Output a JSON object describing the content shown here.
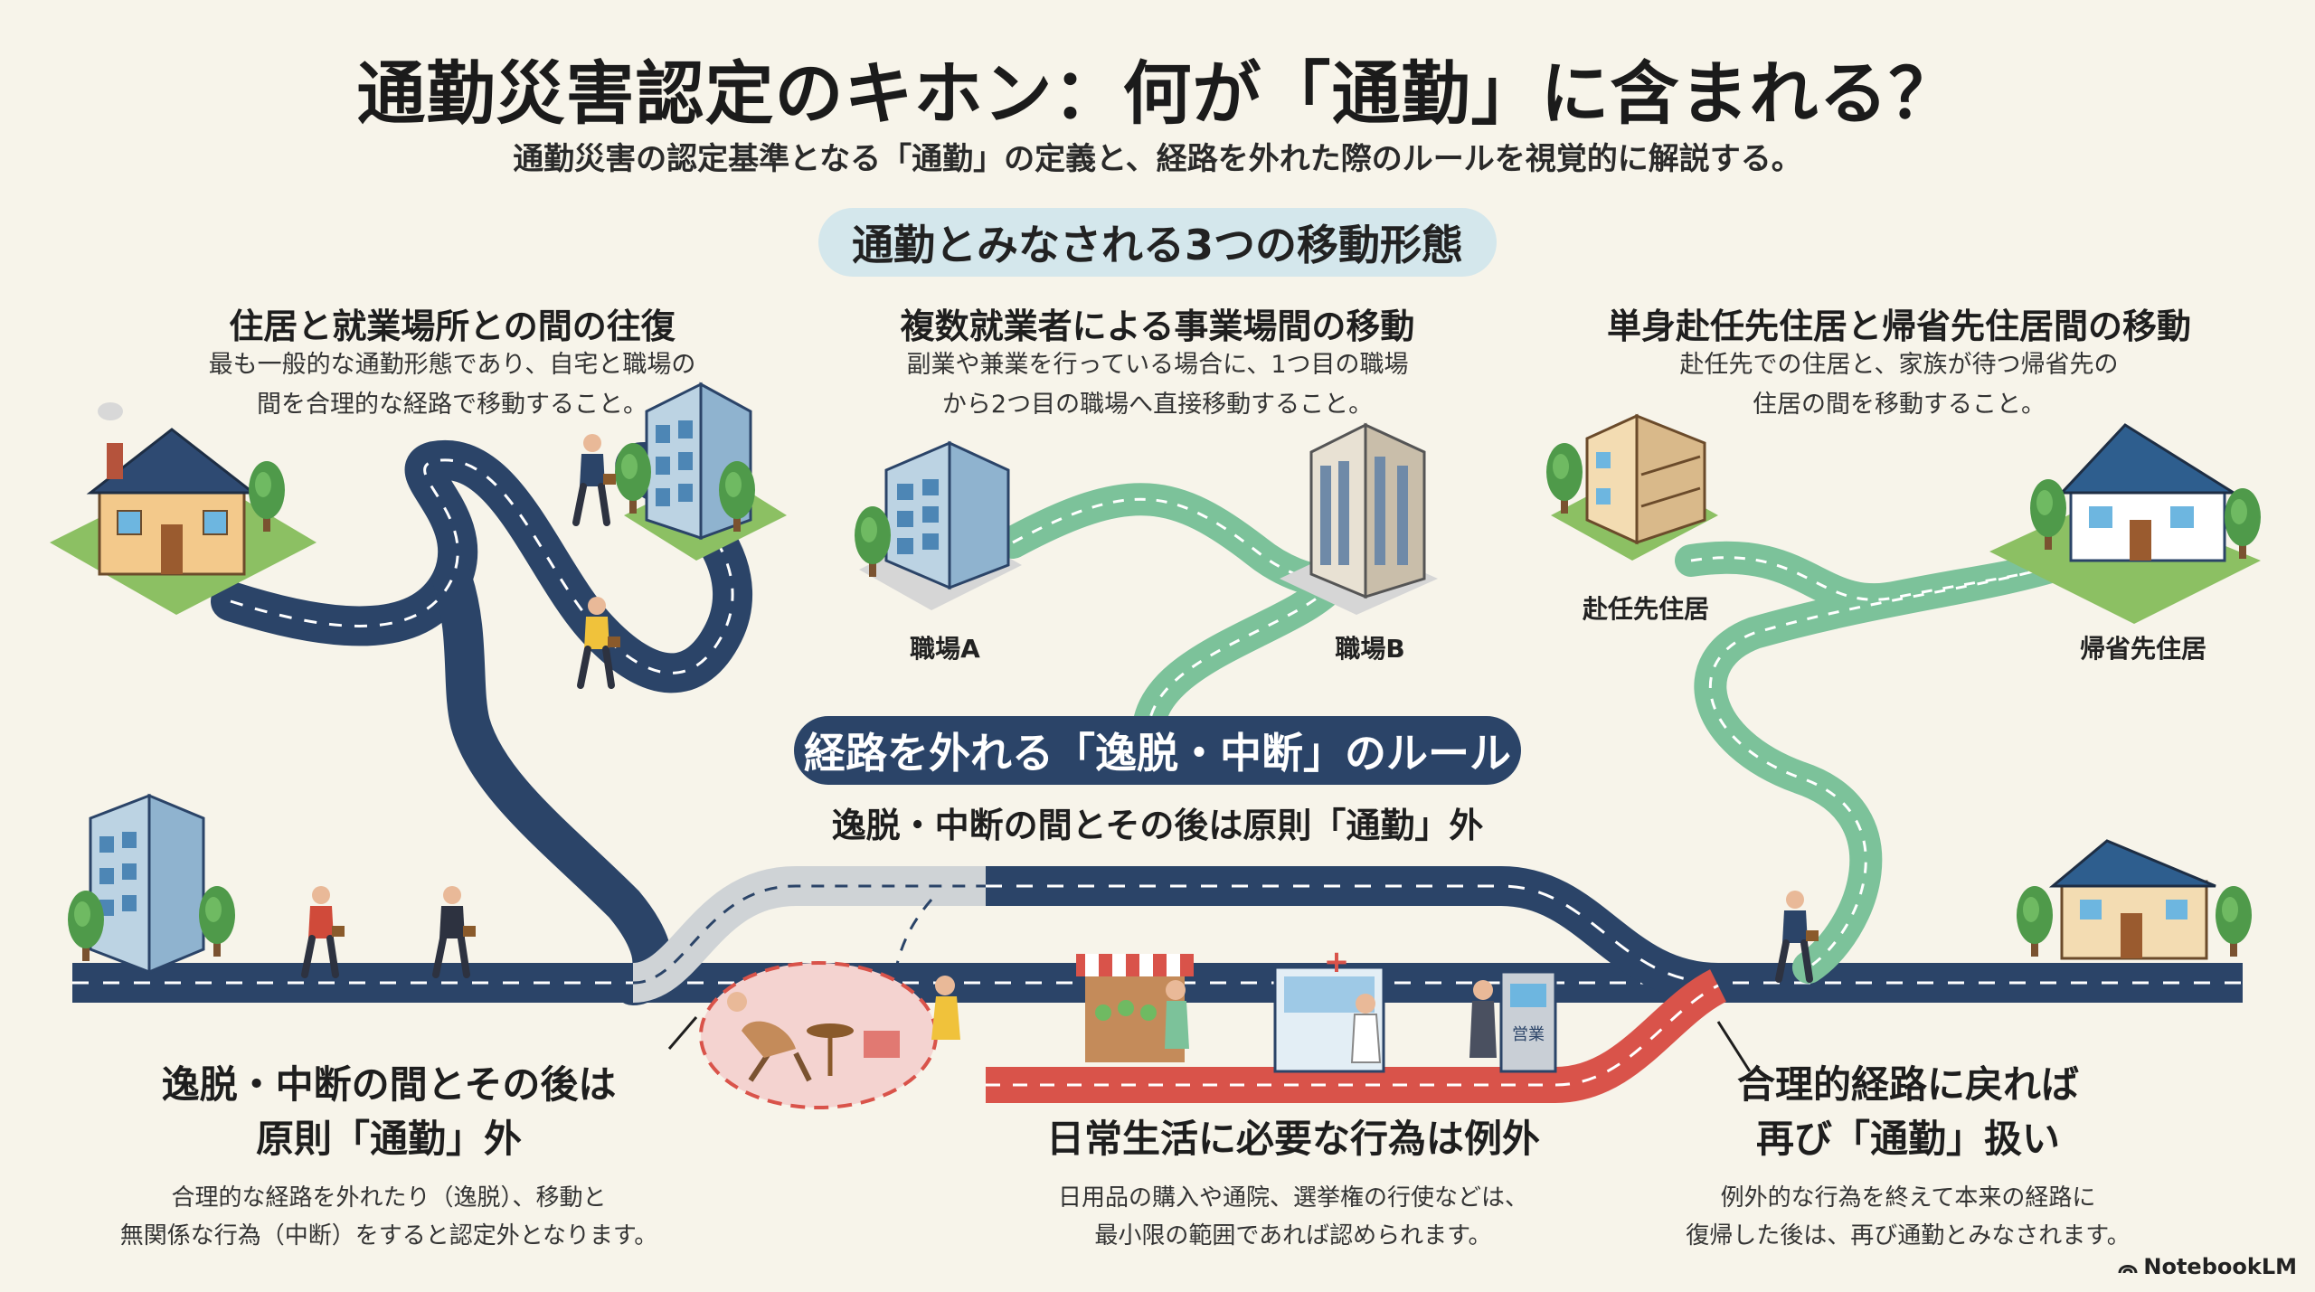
{
  "title": "通勤災害認定のキホン：何が「通勤」に含まれる？",
  "subtitle": "通勤災害の認定基準となる「通勤」の定義と、経路を外れた際のルールを視覚的に解説する。",
  "section_types": "通勤とみなされる3つの移動形態",
  "types": [
    {
      "heading": "住居と就業場所との間の往復",
      "line1": "最も一般的な通勤形態であり、自宅と職場の",
      "line2": "間を合理的な経路で移動すること。"
    },
    {
      "heading": "複数就業者による事業場間の移動",
      "line1": "副業や兼業を行っている場合に、1つ目の職場",
      "line2": "から2つ目の職場へ直接移動すること。"
    },
    {
      "heading": "単身赴任先住居と帰省先住居間の移動",
      "line1": "赴任先での住居と、家族が待つ帰省先の",
      "line2": "住居の間を移動すること。"
    }
  ],
  "places": {
    "work_a": "職場A",
    "work_b": "職場B",
    "assign_home": "赴任先住居",
    "family_home": "帰省先住居"
  },
  "section_rules": "経路を外れる「逸脱・中断」のルール",
  "rule_center_label": "逸脱・中断の間とその後は原則「通勤」外",
  "rules": {
    "left": {
      "h1": "逸脱・中断の間とその後は",
      "h2": "原則「通勤」外",
      "d1": "合理的な経路を外れたり（逸脱）、移動と",
      "d2": "無関係な行為（中断）をすると認定外となります。"
    },
    "middle": {
      "h1": "日常生活に必要な行為は例外",
      "d1": "日用品の購入や通院、選挙権の行使などは、",
      "d2": "最小限の範囲であれば認められます。"
    },
    "right": {
      "h1": "合理的経路に戻れば",
      "h2": "再び「通勤」扱い",
      "d1": "例外的な行為を終えて本来の経路に",
      "d2": "復帰した後は、再び通勤とみなされます。"
    }
  },
  "signs": {
    "clinic": "+",
    "atm": "営業"
  },
  "brand": "NotebookLM",
  "colors": {
    "road_dark": "#2b4468",
    "road_green": "#7cc29a",
    "road_red": "#d9534a",
    "road_gray": "#cfd3d6",
    "accent_pill": "#d4e7ec"
  }
}
